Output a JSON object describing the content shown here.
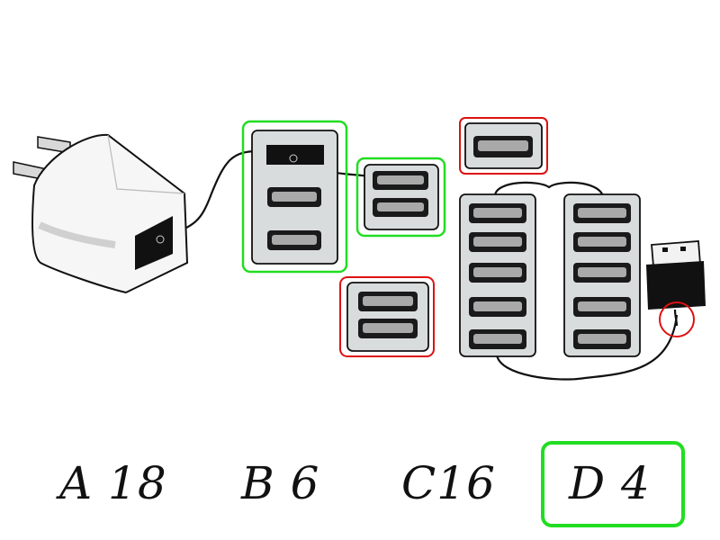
{
  "options": [
    {
      "letter": "A",
      "value": "18"
    },
    {
      "letter": "B",
      "value": "6"
    },
    {
      "letter": "C",
      "value": "16"
    },
    {
      "letter": "D",
      "value": "4"
    }
  ],
  "colors": {
    "correct": "#22dd22",
    "wrong": "#dd1111",
    "hub_fill": "#d9dcdc",
    "port_slot": "#1a1a1a",
    "port_tongue": "#a9a9a9"
  },
  "selected_option": "D"
}
